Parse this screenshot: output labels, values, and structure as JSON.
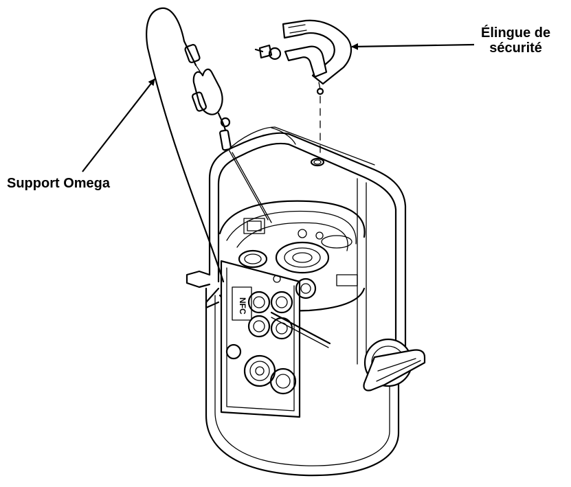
{
  "labels": {
    "omega_bracket": "Support Omega",
    "safety_cable_line1": "Élingue de",
    "safety_cable_line2": "sécurité"
  },
  "colors": {
    "ink": "#000000",
    "background": "#ffffff"
  }
}
